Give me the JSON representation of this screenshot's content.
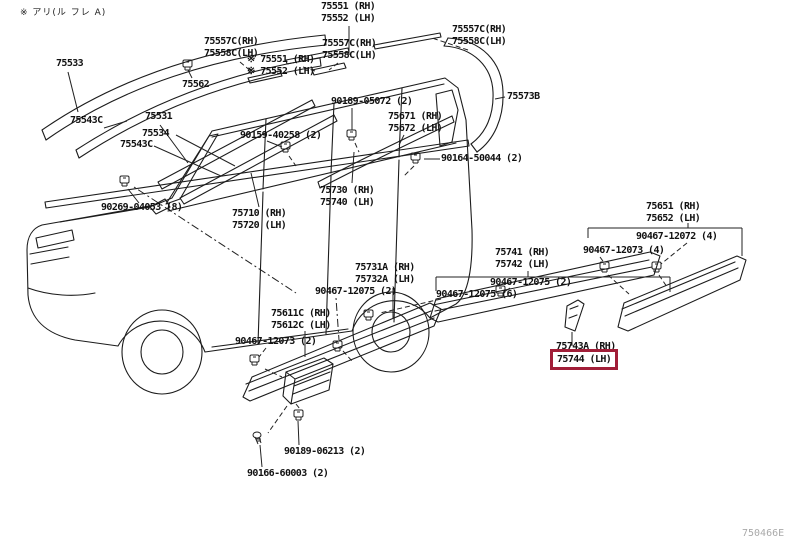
{
  "page": {
    "note": "※ アリ(ル フレ A)",
    "diagram_code": "750466E",
    "highlight_color": "#a11e38"
  },
  "labels": {
    "l75551_top": {
      "l1": "75551 (RH)",
      "l2": "75552 (LH)"
    },
    "l75557c_a": {
      "l1": "75557C(RH)",
      "l2": "75558C(LH)"
    },
    "l75557c_b": {
      "l1": "75557C(RH)",
      "l2": "75558C(LH)"
    },
    "l75551_ref": {
      "l1": "※ 75551 (RH)",
      "l2": "※ 75552 (LH)"
    },
    "l75557c_c": {
      "l1": "75557C(RH)",
      "l2": "75558C(LH)"
    },
    "l75533": {
      "l1": "75533"
    },
    "l75562": {
      "l1": "75562"
    },
    "l75573b": {
      "l1": "75573B"
    },
    "l90189_05072": {
      "l1": "90189-05072 (2)"
    },
    "l75671": {
      "l1": "75671 (RH)",
      "l2": "75672 (LH)"
    },
    "l75543c_a": {
      "l1": "75543C"
    },
    "l75531": {
      "l1": "75531"
    },
    "l75534": {
      "l1": "75534"
    },
    "l75543c_b": {
      "l1": "75543C"
    },
    "l90159_40258": {
      "l1": "90159-40258 (2)"
    },
    "l90164_50044": {
      "l1": "90164-50044 (2)"
    },
    "l75730": {
      "l1": "75730 (RH)",
      "l2": "75740 (LH)"
    },
    "l75710": {
      "l1": "75710 (RH)",
      "l2": "75720 (LH)"
    },
    "l90269_04053": {
      "l1": "90269-04053 (8)"
    },
    "l75651": {
      "l1": "75651 (RH)",
      "l2": "75652 (LH)"
    },
    "l90467_12072": {
      "l1": "90467-12072 (4)"
    },
    "l90467_12073_r": {
      "l1": "90467-12073 (4)"
    },
    "l75741": {
      "l1": "75741 (RH)",
      "l2": "75742 (LH)"
    },
    "l75731a": {
      "l1": "75731A (RH)",
      "l2": "75732A (LH)"
    },
    "l90467_12075_r": {
      "l1": "90467-12075 (2)"
    },
    "l90467_12075_m": {
      "l1": "90467-12075 (6)"
    },
    "l90467_12075_l": {
      "l1": "90467-12075 (2)"
    },
    "l75611c": {
      "l1": "75611C (RH)",
      "l2": "75612C (LH)"
    },
    "l90467_12073_l": {
      "l1": "90467-12073 (2)"
    },
    "l75743a": {
      "l1": "75743A (RH)"
    },
    "l75744": {
      "l1": "75744 (LH)"
    },
    "l90189_06213": {
      "l1": "90189-06213 (2)"
    },
    "l90166_60003": {
      "l1": "90166-60003 (2)"
    }
  }
}
